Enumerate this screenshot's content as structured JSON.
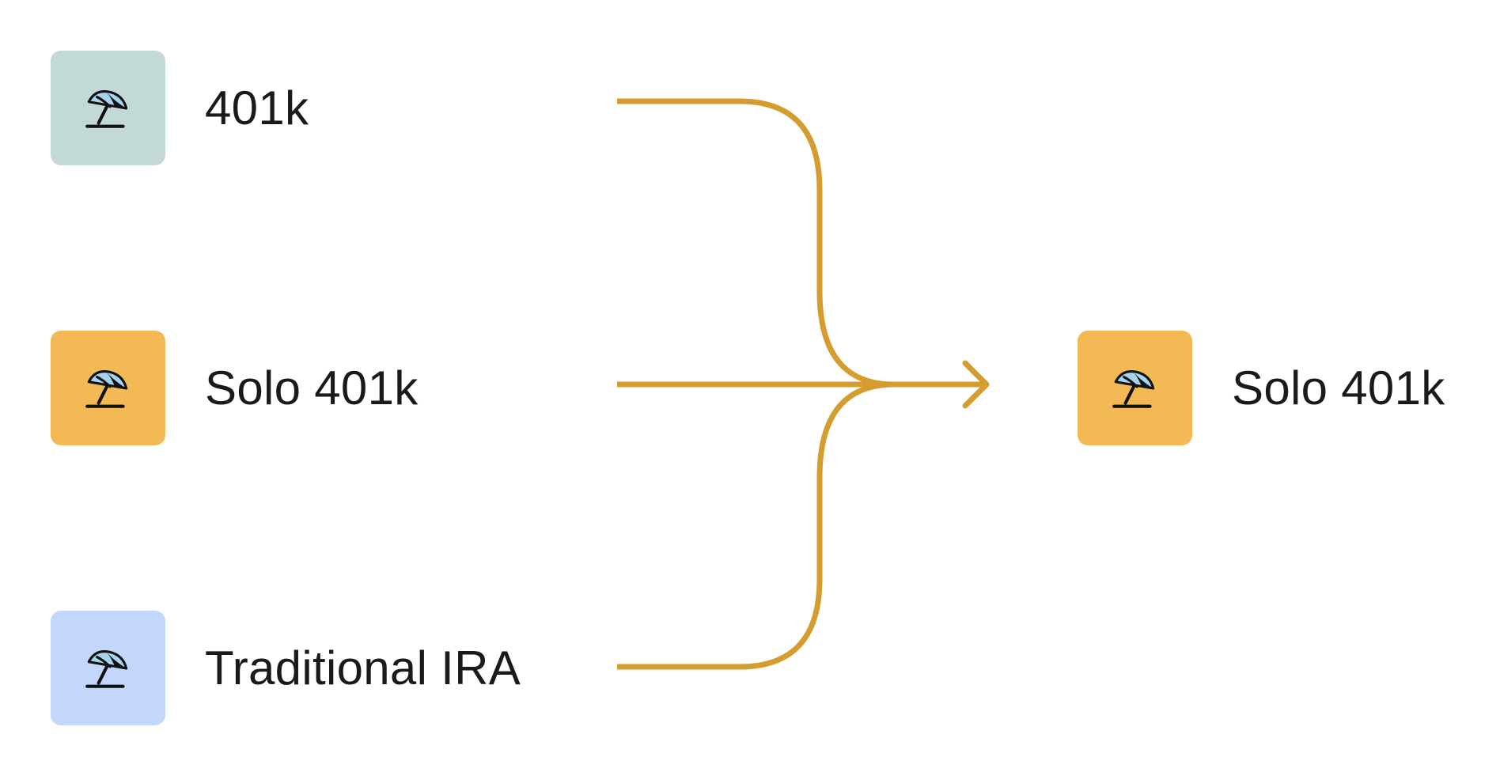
{
  "sources": [
    {
      "label": "401k",
      "icon": "beach-umbrella-icon",
      "color": "#c2d9d7"
    },
    {
      "label": "Solo 401k",
      "icon": "beach-umbrella-icon",
      "color": "#f3b954"
    },
    {
      "label": "Traditional IRA",
      "icon": "beach-umbrella-icon",
      "color": "#c3d7fd"
    }
  ],
  "target": {
    "label": "Solo 401k",
    "icon": "beach-umbrella-icon",
    "color": "#f3b954"
  },
  "connector_color": "#d59d30",
  "umbrella_canopy_fill": "#a6d4f0"
}
